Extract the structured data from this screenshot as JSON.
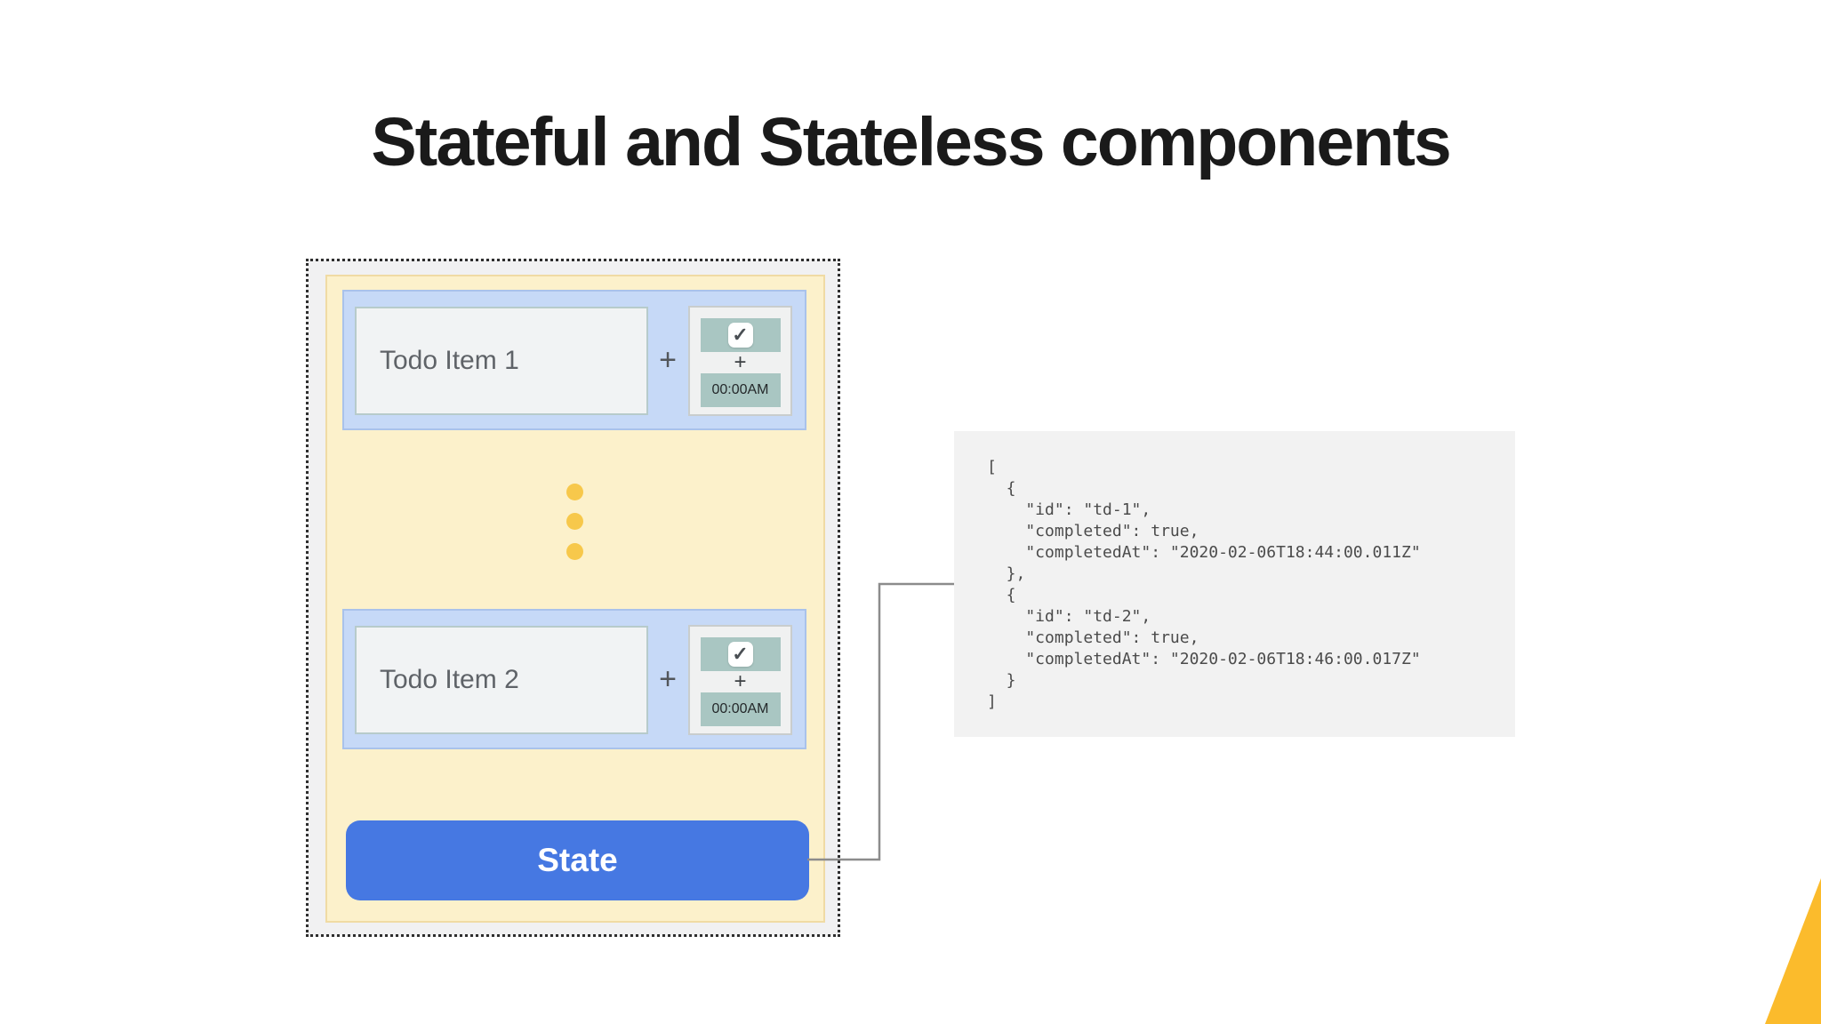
{
  "title": "Stateful and Stateless components",
  "todo_app": {
    "items": [
      {
        "label": "Todo Item 1",
        "add_symbol": "+",
        "check_glyph": "✓",
        "panel_add_symbol": "+",
        "time_value": "00:00AM"
      },
      {
        "label": "Todo Item 2",
        "add_symbol": "+",
        "check_glyph": "✓",
        "panel_add_symbol": "+",
        "time_value": "00:00AM"
      }
    ],
    "state_button_label": "State"
  },
  "state_json": {
    "code": "[\n  {\n    \"id\": \"td-1\",\n    \"completed\": true,\n    \"completedAt\": \"2020-02-06T18:44:00.011Z\"\n  },\n  {\n    \"id\": \"td-2\",\n    \"completed\": true,\n    \"completedAt\": \"2020-02-06T18:46:00.017Z\"\n  }\n]"
  },
  "colors": {
    "accent_blue": "#4678e2",
    "row_blue": "#c6d9f7",
    "highlight_yellow": "#fcf1cb",
    "panel_teal": "#a9c6c2",
    "dot_gold": "#f7c84b",
    "corner_triangle": "#fbbb2c",
    "code_background": "#f2f2f2"
  }
}
